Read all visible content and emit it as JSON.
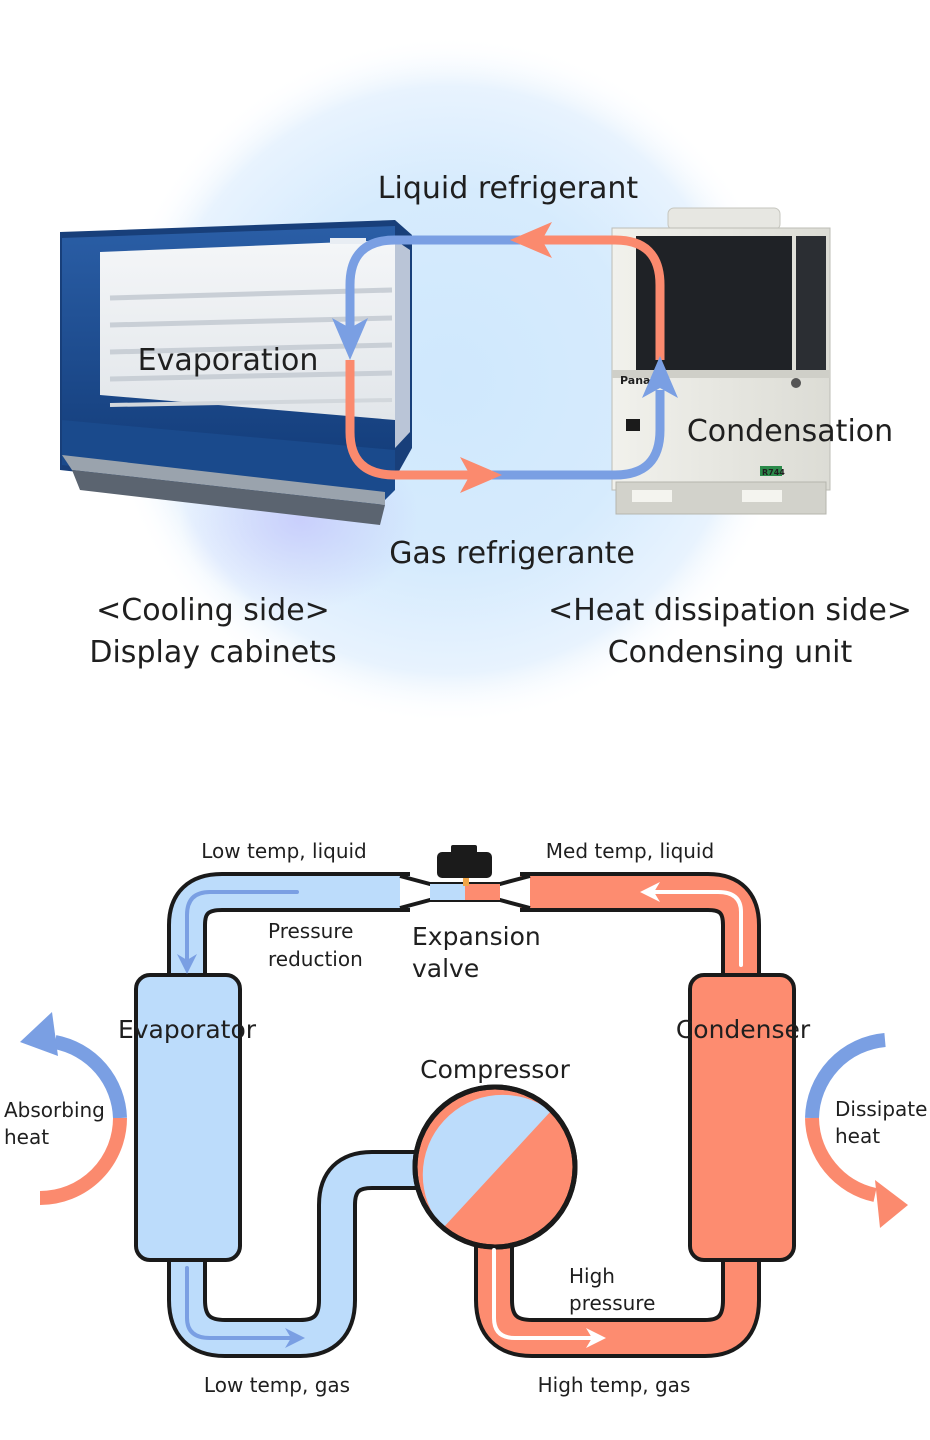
{
  "top": {
    "liquid_refrigerant": "Liquid refrigerant",
    "gas_refrigerant": "Gas refrigerante",
    "evaporation": "Evaporation",
    "condensation": "Condensation",
    "cooling_side": "<Cooling side>",
    "display_cabinets": "Display cabinets",
    "heat_side": "<Heat dissipation side>",
    "condensing_unit": "Condensing unit",
    "unit_brand": "Panaso",
    "unit_badge": "R744"
  },
  "cycle": {
    "low_temp_liquid": "Low temp, liquid",
    "med_temp_liquid": "Med temp, liquid",
    "pressure_reduction": [
      "Pressure",
      "reduction"
    ],
    "expansion_valve": [
      "Expansion",
      "valve"
    ],
    "evaporator": "Evaporator",
    "condenser": "Condenser",
    "compressor": "Compressor",
    "absorbing_heat": [
      "Absorbing",
      "heat"
    ],
    "dissipate_heat": [
      "Dissipate",
      "heat"
    ],
    "high_pressure": [
      "High",
      "pressure"
    ],
    "low_temp_gas": "Low temp, gas",
    "high_temp_gas": "High temp, gas"
  },
  "colors": {
    "cold": "#7a9fe3",
    "hot": "#fb8a6e",
    "cold_fill": "#bcdcfb",
    "hot_fill": "#fd8c70",
    "cabinet_blue": "#1d4f93"
  }
}
